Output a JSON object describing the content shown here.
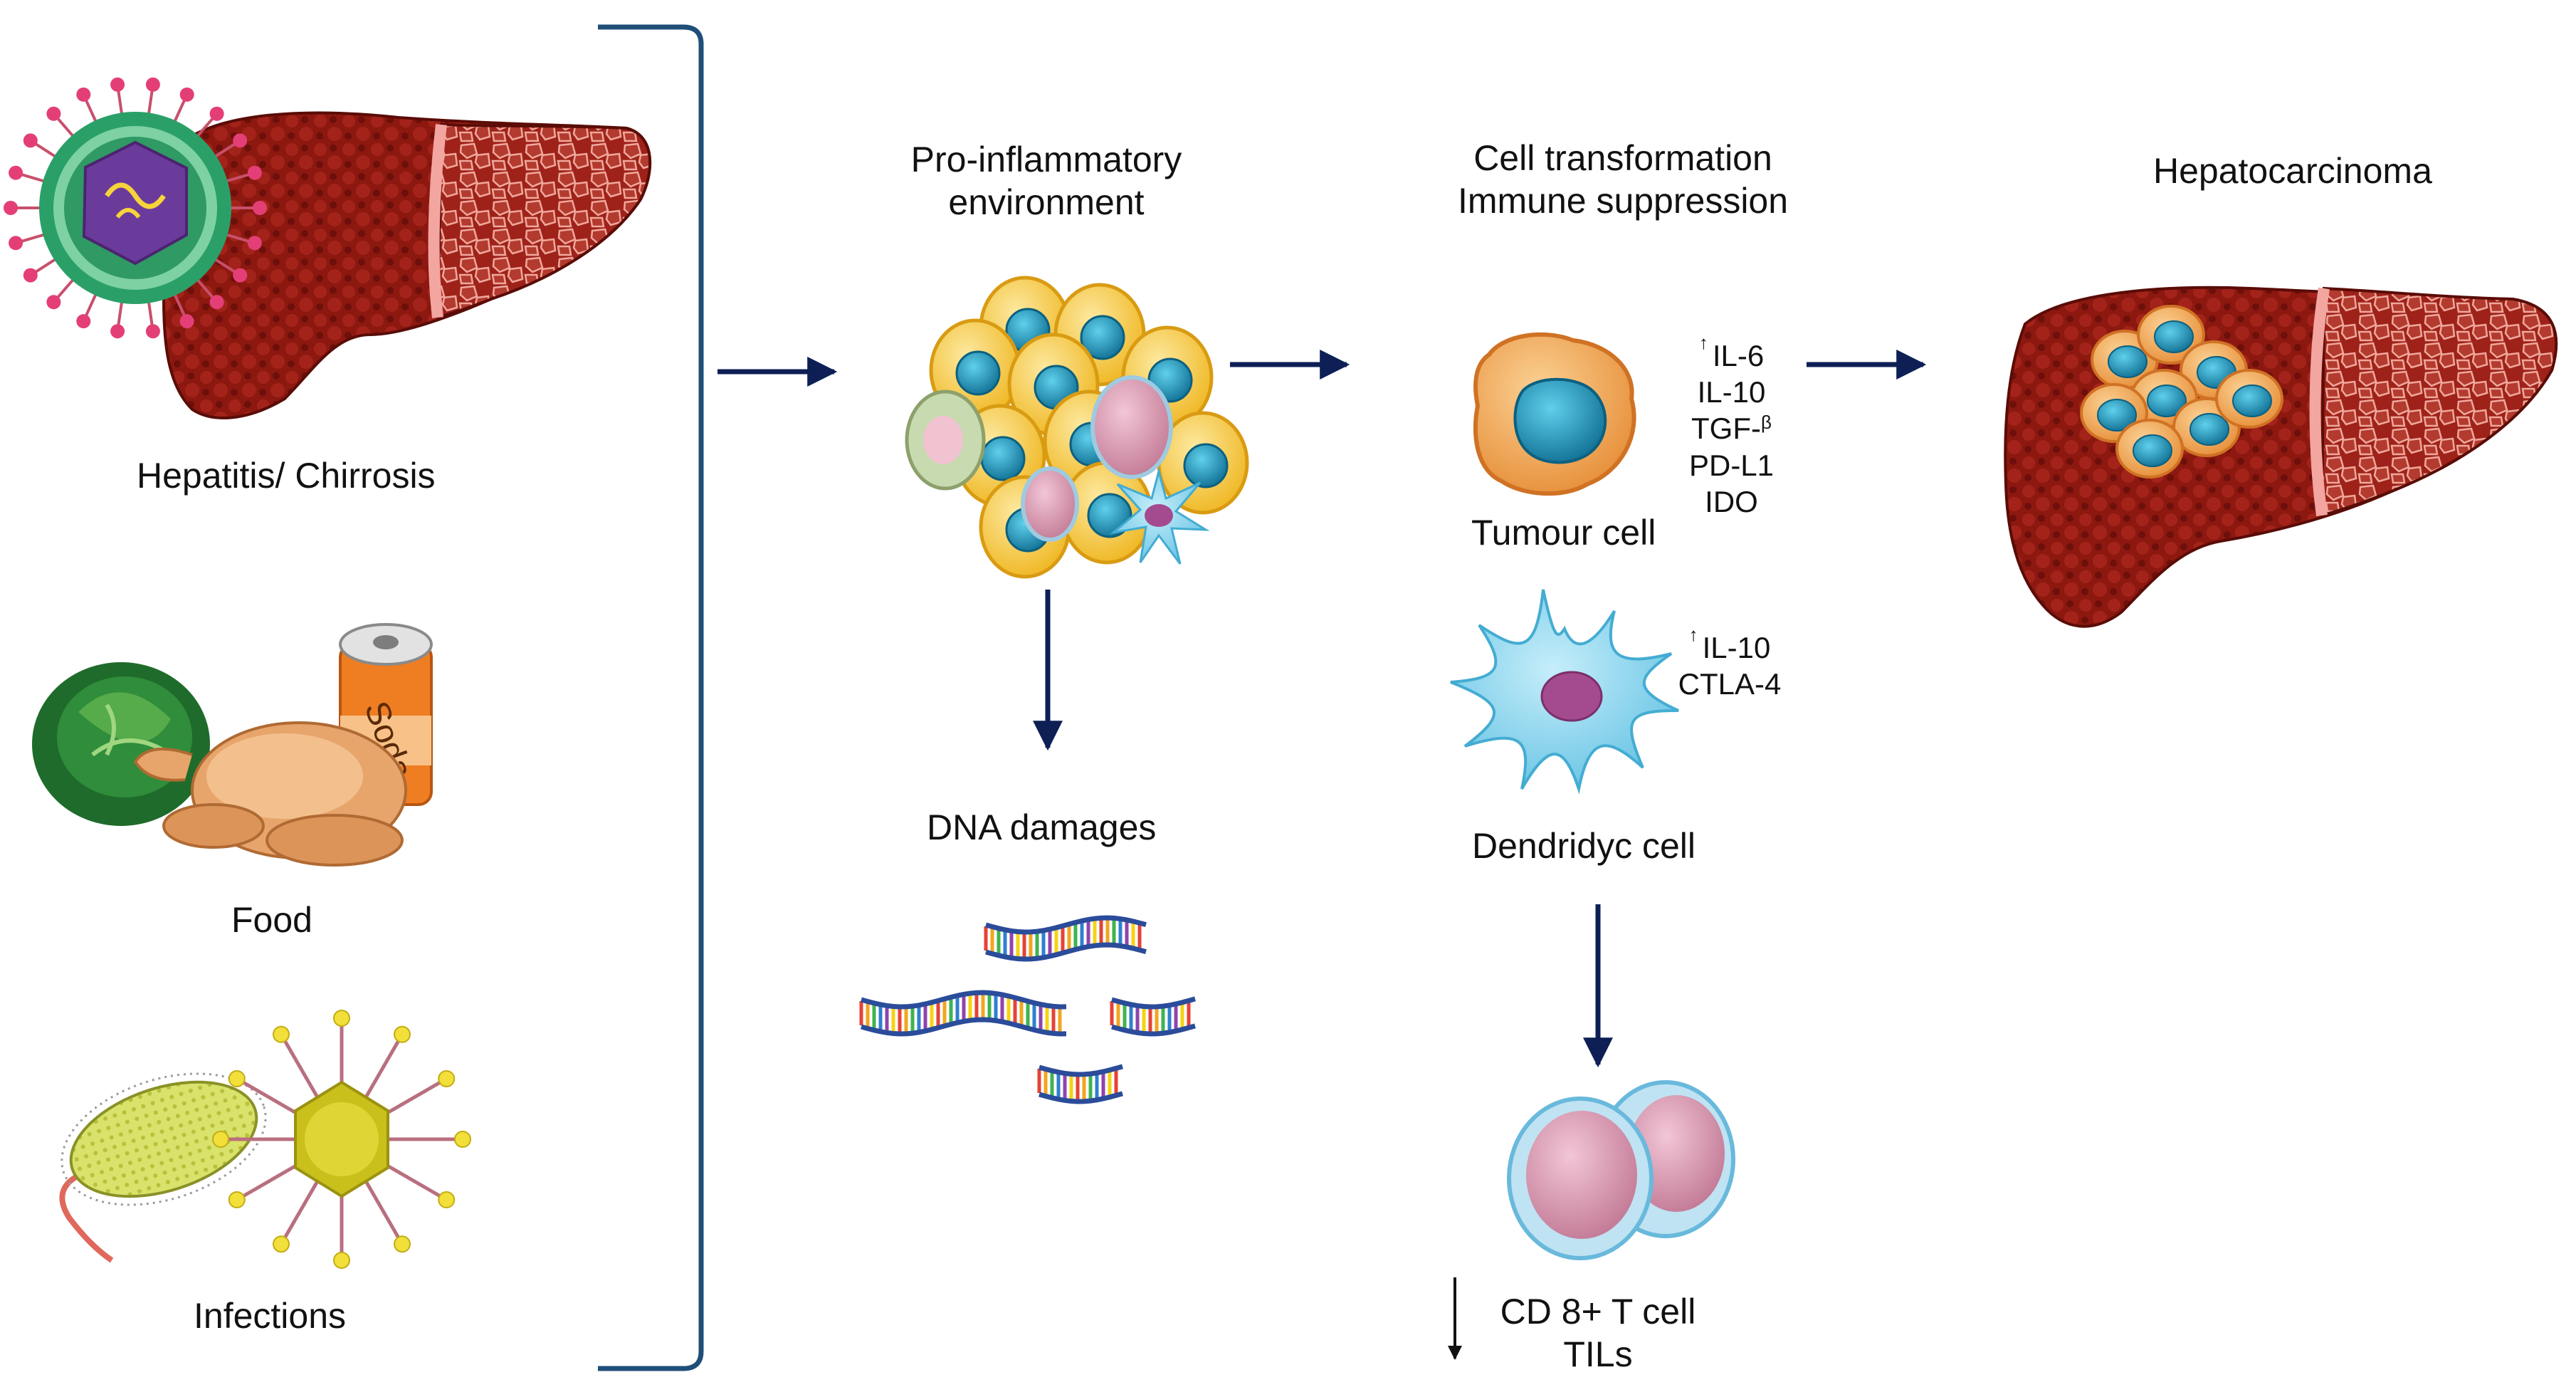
{
  "risk_factors": {
    "hepatitis": "Hepatitis/ Chirrosis",
    "food": "Food",
    "infections": "Infections",
    "soda_can_text": "Soda"
  },
  "stages": {
    "pro_inflammatory_line1": "Pro-inflammatory",
    "pro_inflammatory_line2": "environment",
    "transformation_line1": "Cell transformation",
    "transformation_line2": "Immune suppression",
    "hepatocarcinoma": "Hepatocarcinoma"
  },
  "dna": {
    "label": "DNA damages"
  },
  "tumour": {
    "label": "Tumour cell",
    "up_marker": "↑",
    "cytokines": [
      "IL-6",
      "IL-10",
      "TGF-",
      "PD-L1",
      "IDO"
    ],
    "beta": "β"
  },
  "dendritic": {
    "label": "Dendridyc cell",
    "up_marker": "↑",
    "markers": [
      "IL-10",
      "CTLA-4"
    ]
  },
  "tcell": {
    "label_line1": "CD 8+ T cell",
    "label_line2": "TILs",
    "down_marker": "↓"
  },
  "colors": {
    "arrow": "#0d1f55",
    "bracket": "#1f4e79",
    "liver": "#9b1b14",
    "liver_dark": "#6d0f0a",
    "cell_yellow": "#f5c431",
    "nucleus_blue": "#1d93b8",
    "tumour_orange": "#f0a04b",
    "dendritic_cyan": "#7dd2ec",
    "tcell_pink": "#d9a1b5"
  }
}
